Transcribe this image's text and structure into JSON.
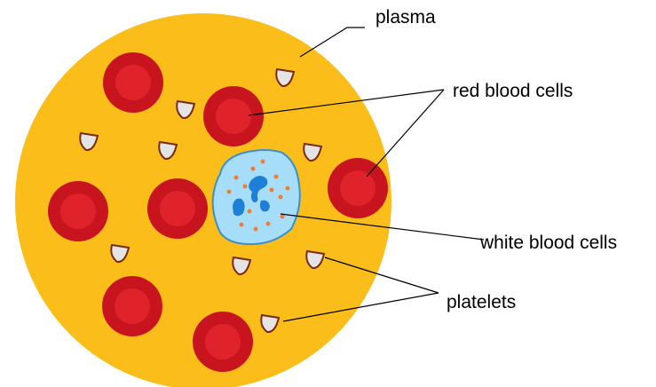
{
  "labels": {
    "plasma": "plasma",
    "red_blood_cells": "red blood cells",
    "white_blood_cells": "white blood cells",
    "platelets": "platelets"
  },
  "colors": {
    "plasma": "#fbbd1a",
    "red_cell_rim": "#c8141e",
    "red_cell_center": "#e0232b",
    "white_cell_fill": "#a6defa",
    "white_cell_border": "#3a8fd0",
    "nucleus": "#1e7fd6",
    "granule": "#f47b36",
    "platelet_fill": "#e4e4e4",
    "platelet_border": "#7a2a0a"
  }
}
